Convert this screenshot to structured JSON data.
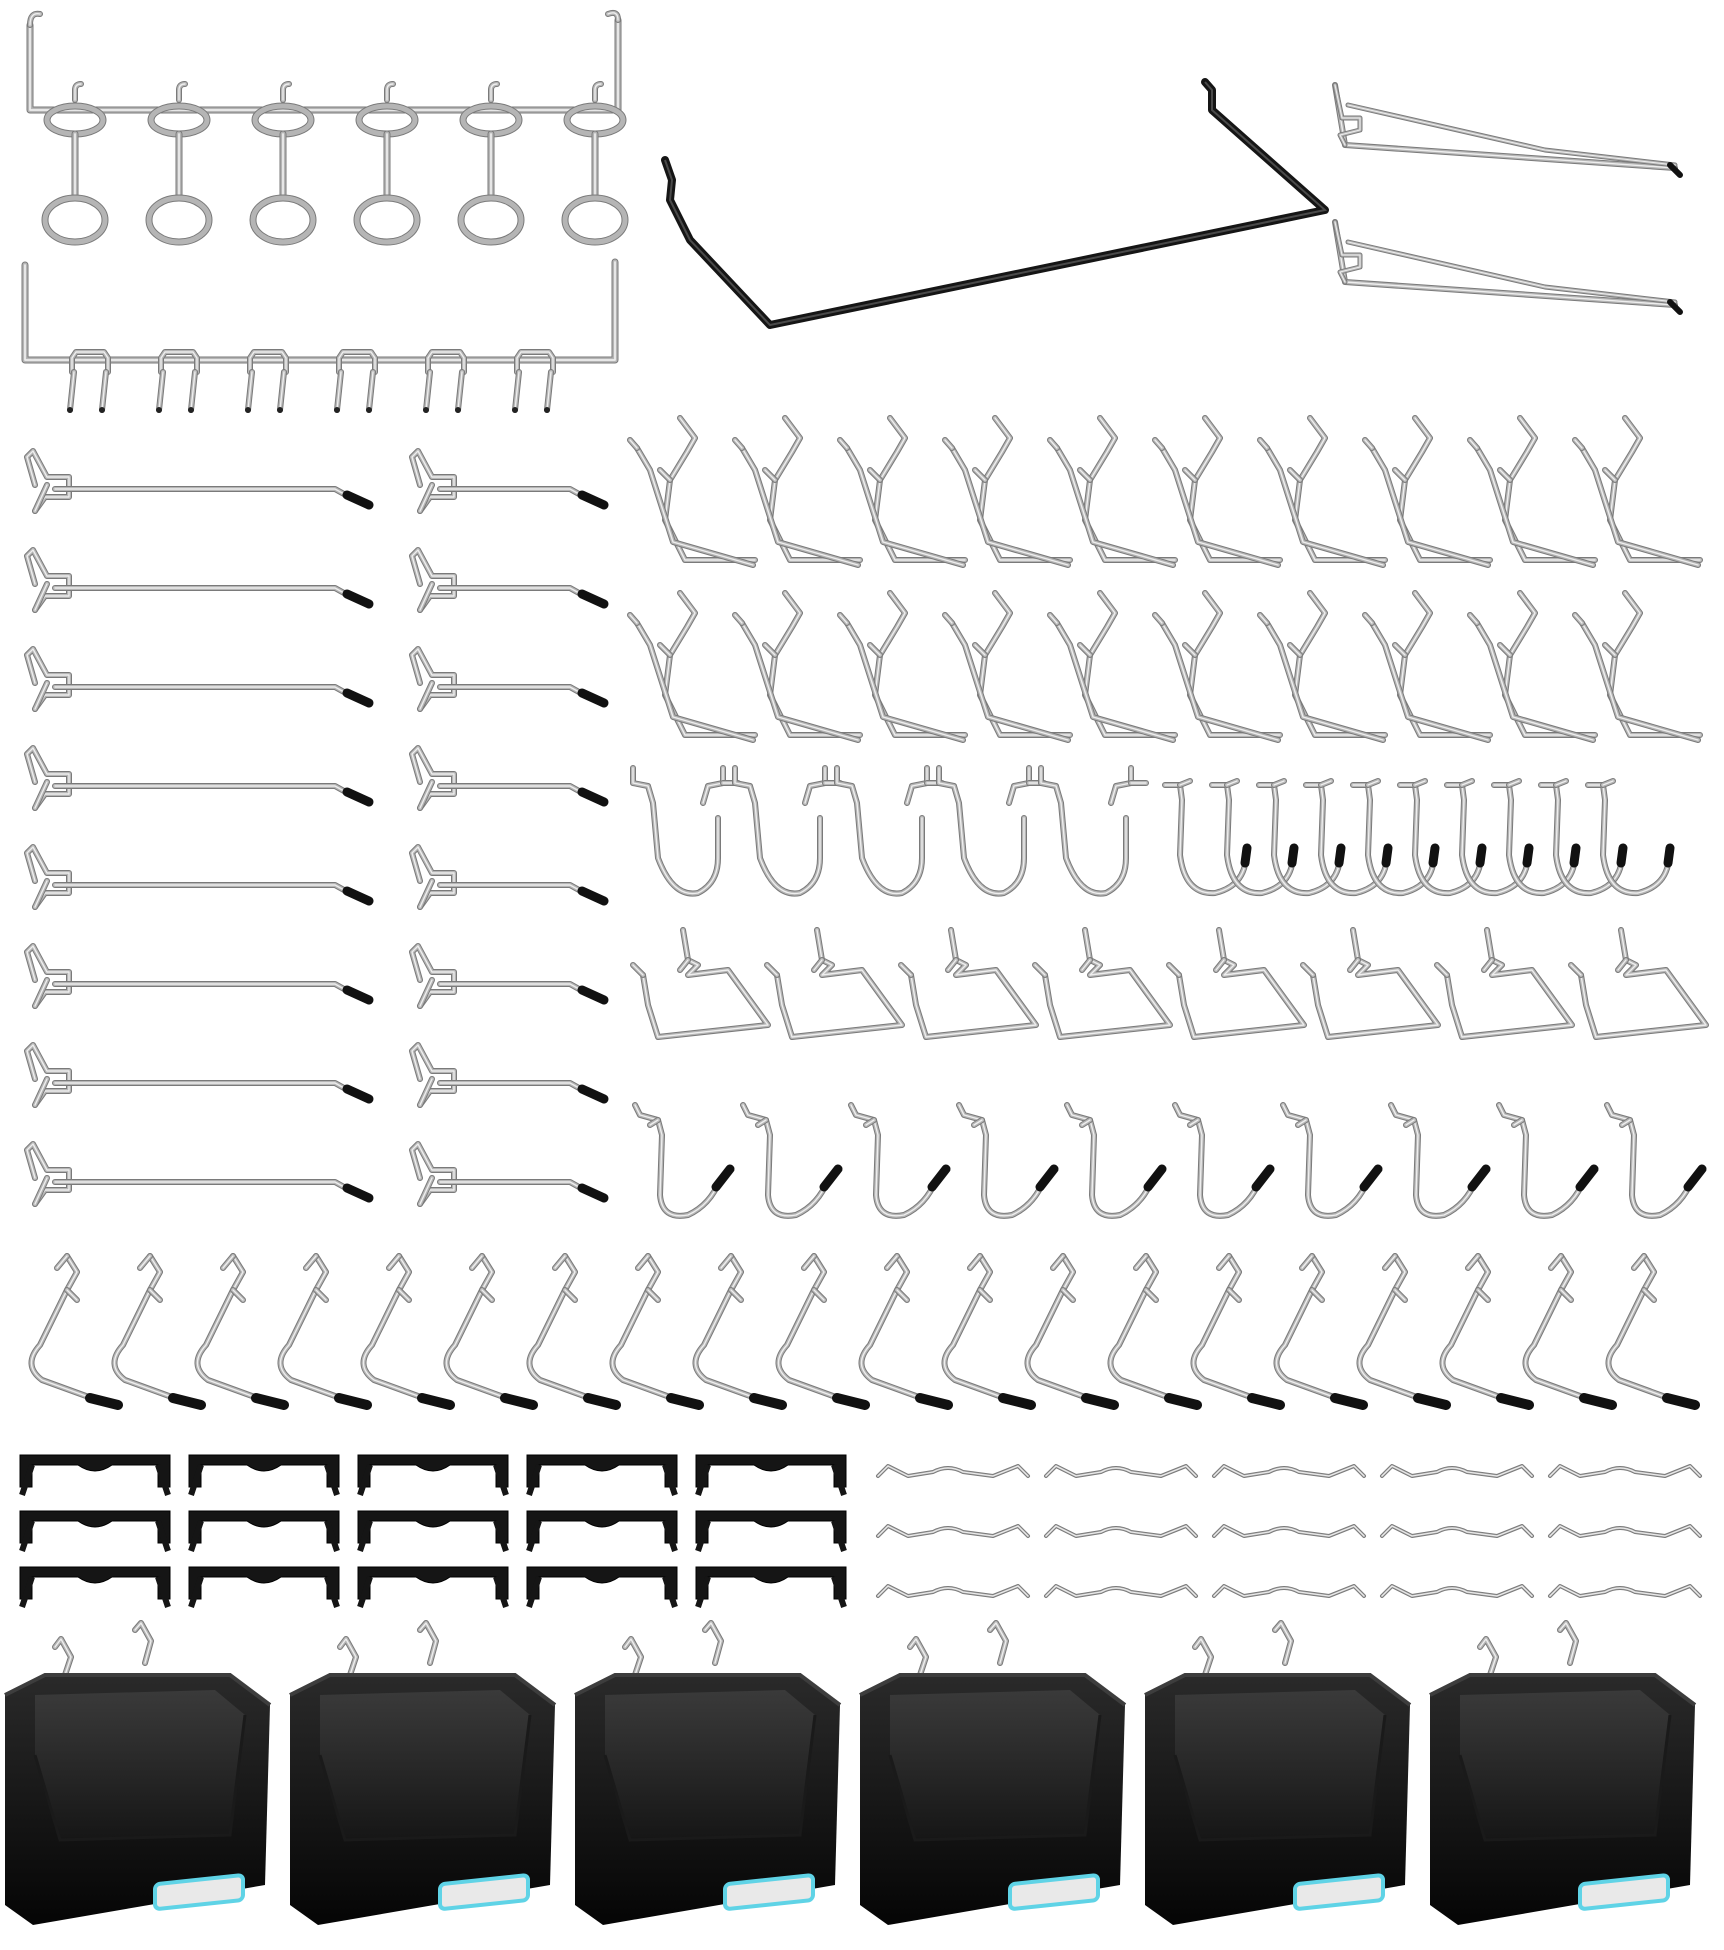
{
  "colors": {
    "background": "#ffffff",
    "chrome": "#b5b5b5",
    "chrome_highlight": "#eeeeee",
    "chrome_shadow": "#7a7a7a",
    "cap": "#111111",
    "bin_body": "#0e0e0e",
    "bin_inner": "#262626",
    "bin_label_glow": "#5fd3e6"
  },
  "scene": {
    "description_icons": [
      "loop-tool-holder-icon",
      "double-prong-rack-icon",
      "black-shelf-bracket-icon",
      "shelf-support-arm-icon",
      "single-straight-hook-icon",
      "l-angle-hook-icon",
      "u-hook-icon",
      "j-hook-icon",
      "triangle-hook-icon",
      "curved-capped-hook-icon",
      "z-offset-hook-icon",
      "black-plastic-lock-icon",
      "wavy-wire-lock-icon",
      "black-storage-bin-icon"
    ]
  },
  "groups": {
    "loop_holder_rack": {
      "icon": "loop-tool-holder-icon",
      "count": 6
    },
    "prong_rack": {
      "icon": "double-prong-rack-icon",
      "count": 6
    },
    "shelf_bracket": {
      "icon": "black-shelf-bracket-icon",
      "count": 1
    },
    "support_arms": {
      "icon": "shelf-support-arm-icon",
      "count": 2
    },
    "long_hooks": {
      "icon": "single-straight-hook-icon",
      "count": 8
    },
    "short_hooks": {
      "icon": "single-straight-hook-icon",
      "count": 8
    },
    "l_hooks": {
      "icon": "l-angle-hook-icon",
      "count": 20
    },
    "u_hooks": {
      "icon": "u-hook-icon",
      "count": 5
    },
    "j_hooks": {
      "icon": "j-hook-icon",
      "count": 10
    },
    "triangle_hooks": {
      "icon": "triangle-hook-icon",
      "count": 8
    },
    "curved_hooks": {
      "icon": "curved-capped-hook-icon",
      "count": 10
    },
    "z_hooks": {
      "icon": "z-offset-hook-icon",
      "count": 20
    },
    "plastic_locks": {
      "icon": "black-plastic-lock-icon",
      "count": 15
    },
    "wire_locks": {
      "icon": "wavy-wire-lock-icon",
      "count": 15
    },
    "bins": {
      "icon": "black-storage-bin-icon",
      "count": 6
    }
  }
}
